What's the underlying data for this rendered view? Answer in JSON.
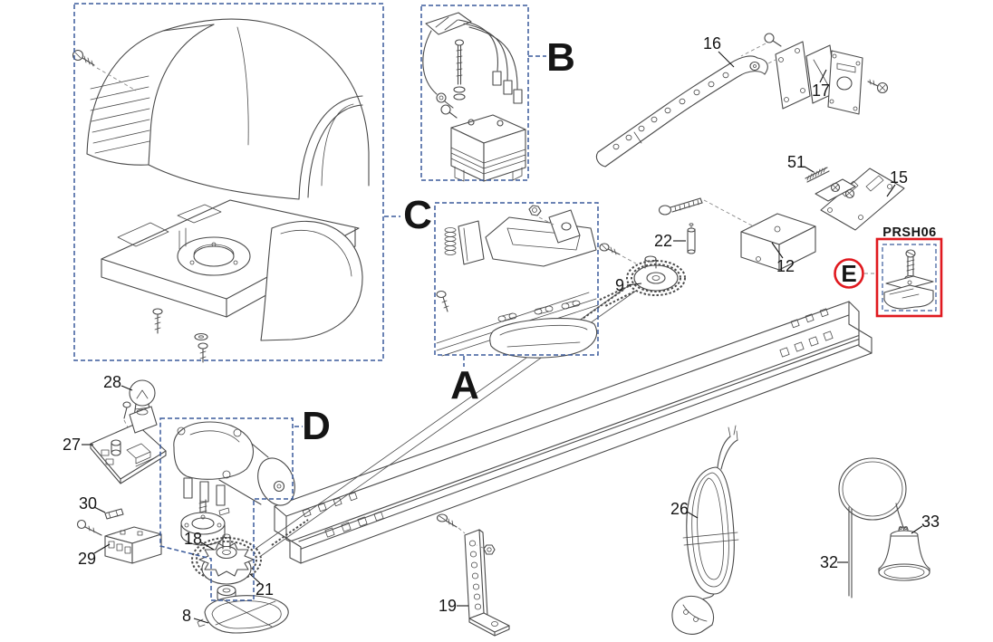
{
  "colors": {
    "background": "#ffffff",
    "line": "#4a4a4a",
    "assembly_box": "#3a5a9b",
    "highlight": "#e0191f",
    "text": "#151515"
  },
  "assembly_labels": {
    "a": "A",
    "b": "B",
    "c": "C",
    "d": "D",
    "e": "E"
  },
  "highlighted_part": {
    "code": "PRSH06"
  },
  "part_numbers": {
    "n8": "8",
    "n9": "9",
    "n12": "12",
    "n15": "15",
    "n16": "16",
    "n17": "17",
    "n18": "18",
    "n19": "19",
    "n21": "21",
    "n22": "22",
    "n26": "26",
    "n27": "27",
    "n28": "28",
    "n29": "29",
    "n30": "30",
    "n32": "32",
    "n33": "33",
    "n51": "51"
  }
}
